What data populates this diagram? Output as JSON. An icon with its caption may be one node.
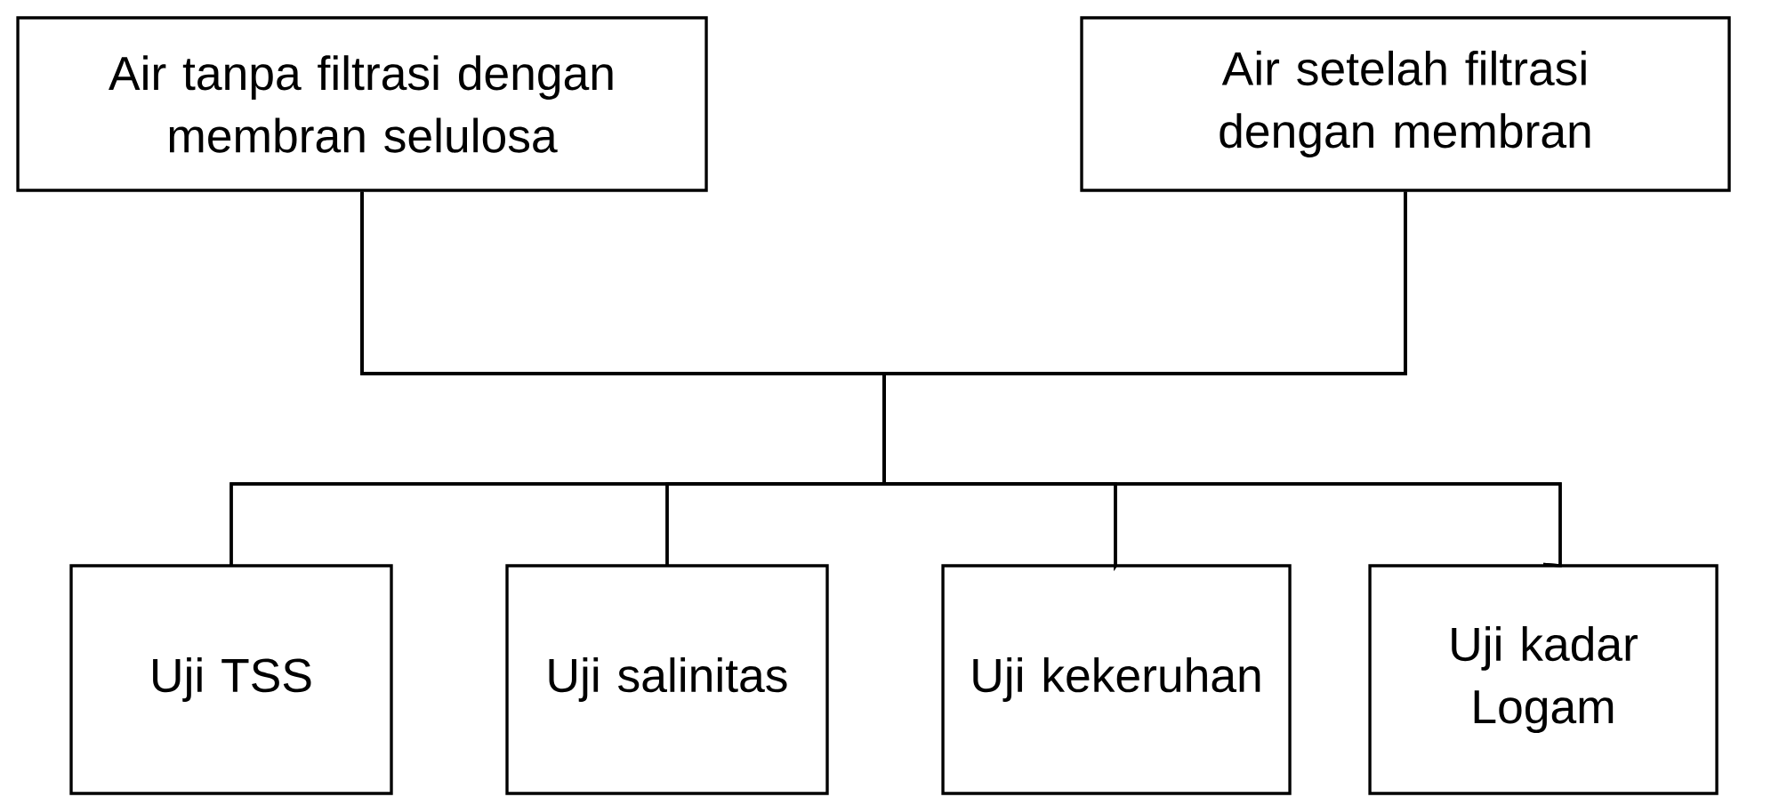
{
  "diagram": {
    "nodes": [
      {
        "text": [
          "Air tanpa filtrasi dengan membran selulosa"
        ]
      },
      {
        "text": [
          "Air setelah filtrasi dengan membran"
        ]
      },
      {
        "text": [
          "Uji TSS"
        ]
      },
      {
        "text": [
          "Uji salinitas"
        ]
      },
      {
        "text": [
          "Uji kekeruhan"
        ]
      },
      {
        "text": [
          "Uji kadar Logam"
        ]
      }
    ],
    "edges": [
      {
        "from": 0,
        "to": 2,
        "arrow": "none"
      },
      {
        "from": 0,
        "to": 3,
        "arrow": "none"
      },
      {
        "from": 0,
        "to": 4,
        "arrow": "none"
      },
      {
        "from": 0,
        "to": 5,
        "arrow": "none"
      },
      {
        "from": 1,
        "to": 2,
        "arrow": "none"
      },
      {
        "from": 1,
        "to": 3,
        "arrow": "none"
      },
      {
        "from": 1,
        "to": 4,
        "arrow": "none"
      },
      {
        "from": 1,
        "to": 5,
        "arrow": "none"
      }
    ]
  }
}
